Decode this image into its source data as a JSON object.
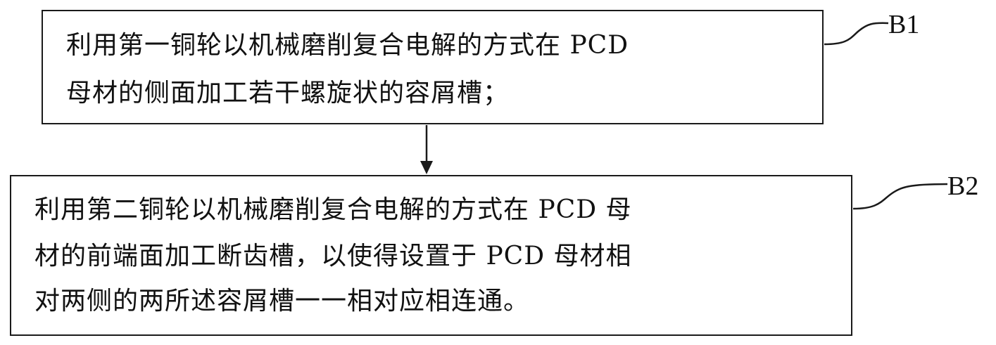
{
  "steps": [
    {
      "label": "B1",
      "lines": [
        "利用第一铜轮以机械磨削复合电解的方式在 PCD",
        "母材的侧面加工若干螺旋状的容屑槽；"
      ]
    },
    {
      "label": "B2",
      "lines": [
        "利用第二铜轮以机械磨削复合电解的方式在 PCD 母",
        "材的前端面加工断齿槽，以使得设置于 PCD 母材相",
        "对两侧的两所述容屑槽一一相对应相连通。"
      ]
    }
  ]
}
